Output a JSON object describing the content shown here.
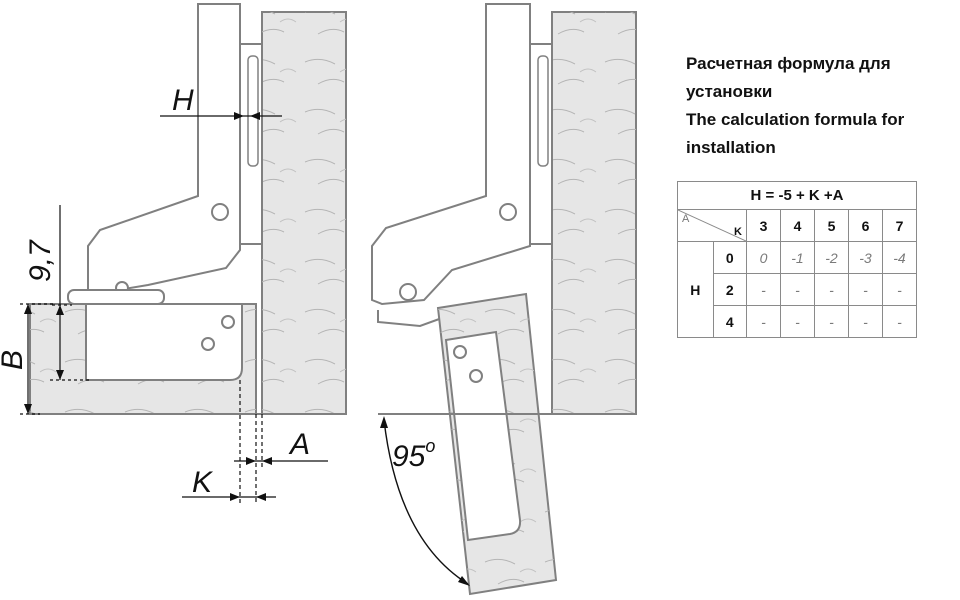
{
  "labels": {
    "h": "H",
    "dim97": "9,7",
    "b": "B",
    "a": "A",
    "k": "K",
    "angle": "95",
    "angle_unit": "o"
  },
  "title": {
    "ru_line1": "Расчетная формула для",
    "ru_line2": "установки",
    "en_line1": "The calculation formula for",
    "en_line2": "installation"
  },
  "table": {
    "formula": "H = -5 + K +A",
    "corner_a": "A",
    "corner_k": "K",
    "k_values": [
      "3",
      "4",
      "5",
      "6",
      "7"
    ],
    "row_label": "H",
    "rows": [
      {
        "a": "0",
        "values": [
          "0",
          "-1",
          "-2",
          "-3",
          "-4"
        ]
      },
      {
        "a": "2",
        "values": [
          "-",
          "-",
          "-",
          "-",
          "-"
        ]
      },
      {
        "a": "4",
        "values": [
          "-",
          "-",
          "-",
          "-",
          "-"
        ]
      }
    ]
  },
  "colors": {
    "wood_fill": "#e6e6e6",
    "hinge_fill": "#ffffff",
    "line": "#808080",
    "dim_line": "#111111"
  }
}
